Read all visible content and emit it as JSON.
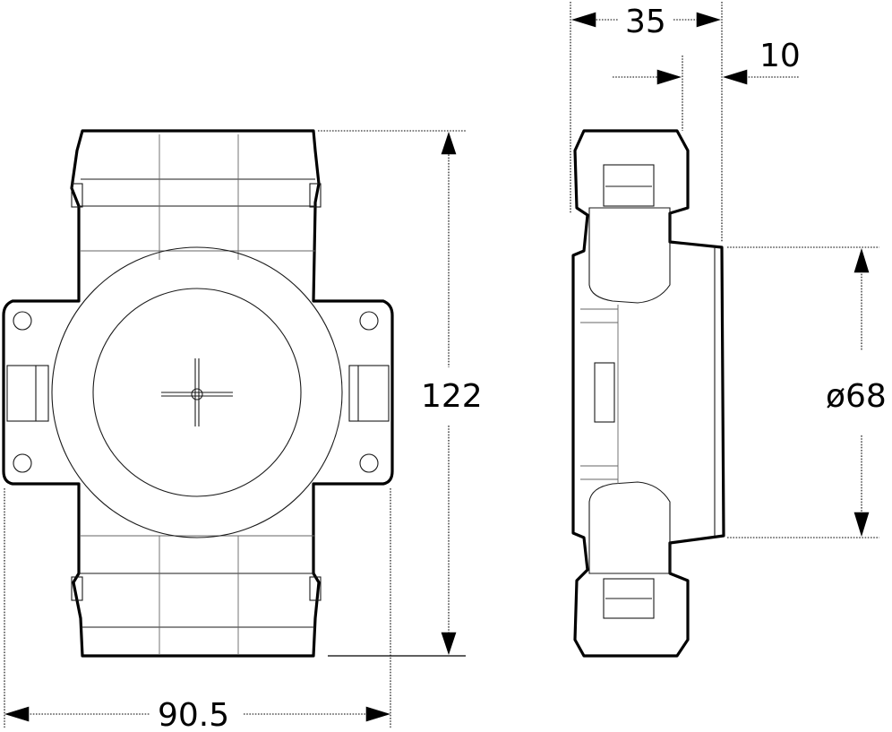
{
  "dimensions": {
    "width_label": "90.5",
    "height_label": "122",
    "depth_label": "35",
    "flange_label": "10",
    "diameter_label": "ø68"
  }
}
